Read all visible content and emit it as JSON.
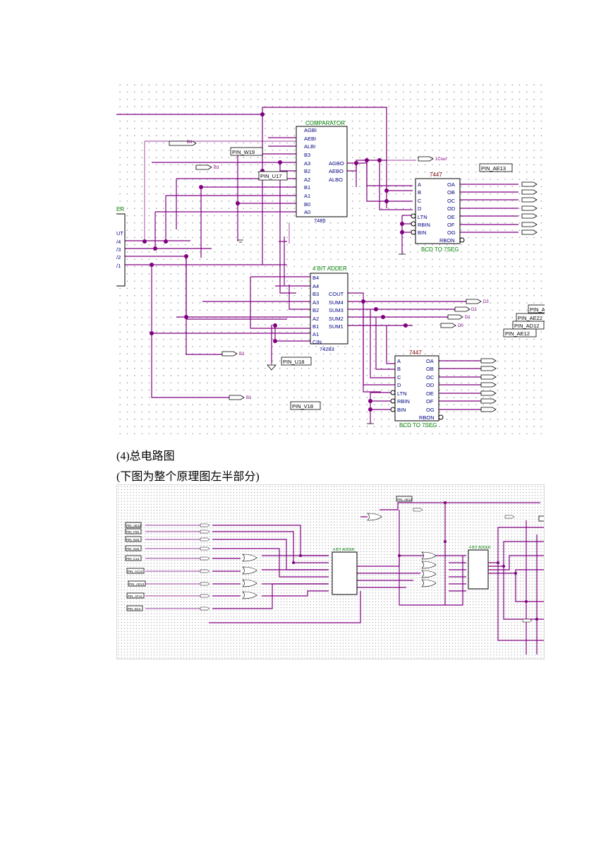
{
  "section": {
    "heading": "(4)总电路图",
    "caption": "(下图为整个原理图左半部分)"
  },
  "figure1": {
    "comparator": {
      "title": "COMPARATOR",
      "part": "7485",
      "inputs": [
        "AGBI",
        "AEBI",
        "ALBI",
        "B3",
        "A3",
        "B2",
        "A2",
        "B1",
        "A1",
        "B0",
        "A0"
      ],
      "outputs": [
        "AGBO",
        "AEBO",
        "ALBO"
      ]
    },
    "adder": {
      "title": "4 BIT ADDER",
      "part": "74283",
      "inputs": [
        "B4",
        "A4",
        "B3",
        "A3",
        "B2",
        "A2",
        "B1",
        "A1",
        "CIN"
      ],
      "outputs": [
        "COUT",
        "SUM4",
        "SUM3",
        "SUM2",
        "SUM1"
      ]
    },
    "decoder_top": {
      "part": "7447",
      "title": "BCD TO 7SEG",
      "inputs": [
        "A",
        "B",
        "C",
        "D",
        "LTN",
        "RBIN",
        "BIN"
      ],
      "outputs": [
        "OA",
        "OB",
        "OC",
        "OD",
        "OE",
        "OF",
        "OG"
      ],
      "extra": "RBON"
    },
    "decoder_bottom": {
      "part": "7447",
      "title": "BCD TO 7SEG",
      "inputs": [
        "A",
        "B",
        "C",
        "D",
        "LTN",
        "RBIN",
        "BIN"
      ],
      "outputs": [
        "OA",
        "OB",
        "OC",
        "OD",
        "OE",
        "OF",
        "OG"
      ],
      "extra": "RBON"
    },
    "pin_tags": {
      "w19": "PIN_W19",
      "u17": "PIN_U17",
      "ae13": "PIN_AE13",
      "u18": "PIN_U18",
      "v18": "PIN_V18",
      "a_partial": "PIN_A",
      "ae22": "PIN_AE22",
      "ad12": "PIN_AD12",
      "ae12": "PIN_AE12"
    },
    "output_labels": {
      "out_b4": "B4",
      "out_b3": "B3",
      "cout": "1Cout",
      "d3": "D3",
      "d2": "D2",
      "d1": "D1",
      "d0": "D0",
      "b2": "B2",
      "b1": "B1"
    },
    "left_bus": [
      "UT",
      "/4",
      "/3",
      "/2",
      "/1"
    ],
    "left_header": "ER"
  },
  "figure2": {
    "adder_left": "4 BIT ADDER",
    "adder_right": "4 BIT ADDER",
    "pins": [
      "PIN_AE13",
      "PIN_P26",
      "PIN_N25",
      "PIN_N26",
      "PIN_C13",
      "PIN_AC13",
      "PIN_AD13",
      "PIN_AF14",
      "PIN_B13"
    ],
    "top_pin": "PIN_AE13"
  }
}
